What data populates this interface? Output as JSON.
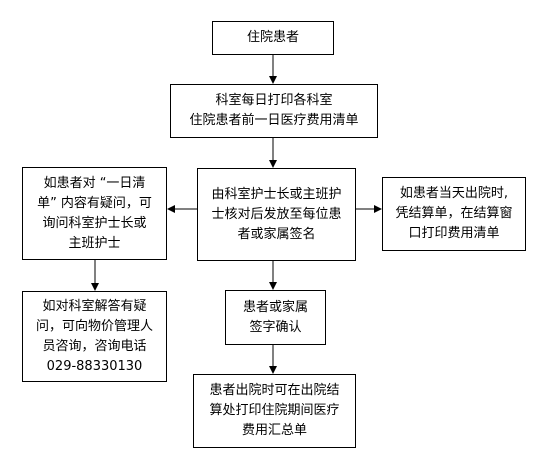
{
  "nodes": {
    "inpatient": [
      "住院患者"
    ],
    "print_list": [
      "科室每日打印各科室",
      "住院患者前一日医疗费用清单"
    ],
    "nurse_check": [
      "由科室护士长或主班护",
      "士核对后发放至每位患",
      "者或家属签名"
    ],
    "doubt_ask": [
      "如患者对 “一日清",
      "单” 内容有疑问，可",
      "询问科室护士长或",
      "主班护士"
    ],
    "discharge_today": [
      "如患者当天出院时,",
      "凭结算单，在结算窗",
      "口打印费用清单"
    ],
    "price_consult": [
      "如对科室解答有疑",
      "问，可向物价管理人",
      "员咨询，咨询电话",
      "029-88330130"
    ],
    "sign_confirm": [
      "患者或家属",
      "签字确认"
    ],
    "summary_print": [
      "患者出院时可在出院结",
      "算处打印住院期间医疗",
      "费用汇总单"
    ]
  }
}
